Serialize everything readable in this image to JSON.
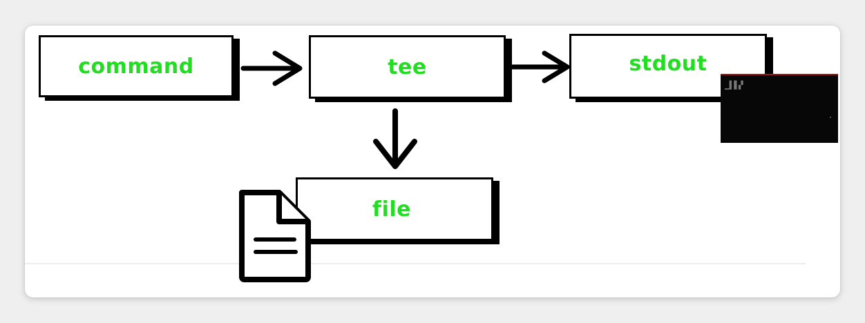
{
  "diagram": {
    "nodes": {
      "command": "command",
      "tee": "tee",
      "stdout": "stdout",
      "file": "file"
    },
    "edges": [
      {
        "from": "command",
        "to": "tee"
      },
      {
        "from": "tee",
        "to": "stdout"
      },
      {
        "from": "tee",
        "to": "file"
      }
    ]
  },
  "colors": {
    "label": "#22dd22",
    "border": "#000000",
    "panel": "#070707"
  },
  "icons": [
    "arrow-right-icon",
    "arrow-down-icon",
    "document-icon"
  ]
}
